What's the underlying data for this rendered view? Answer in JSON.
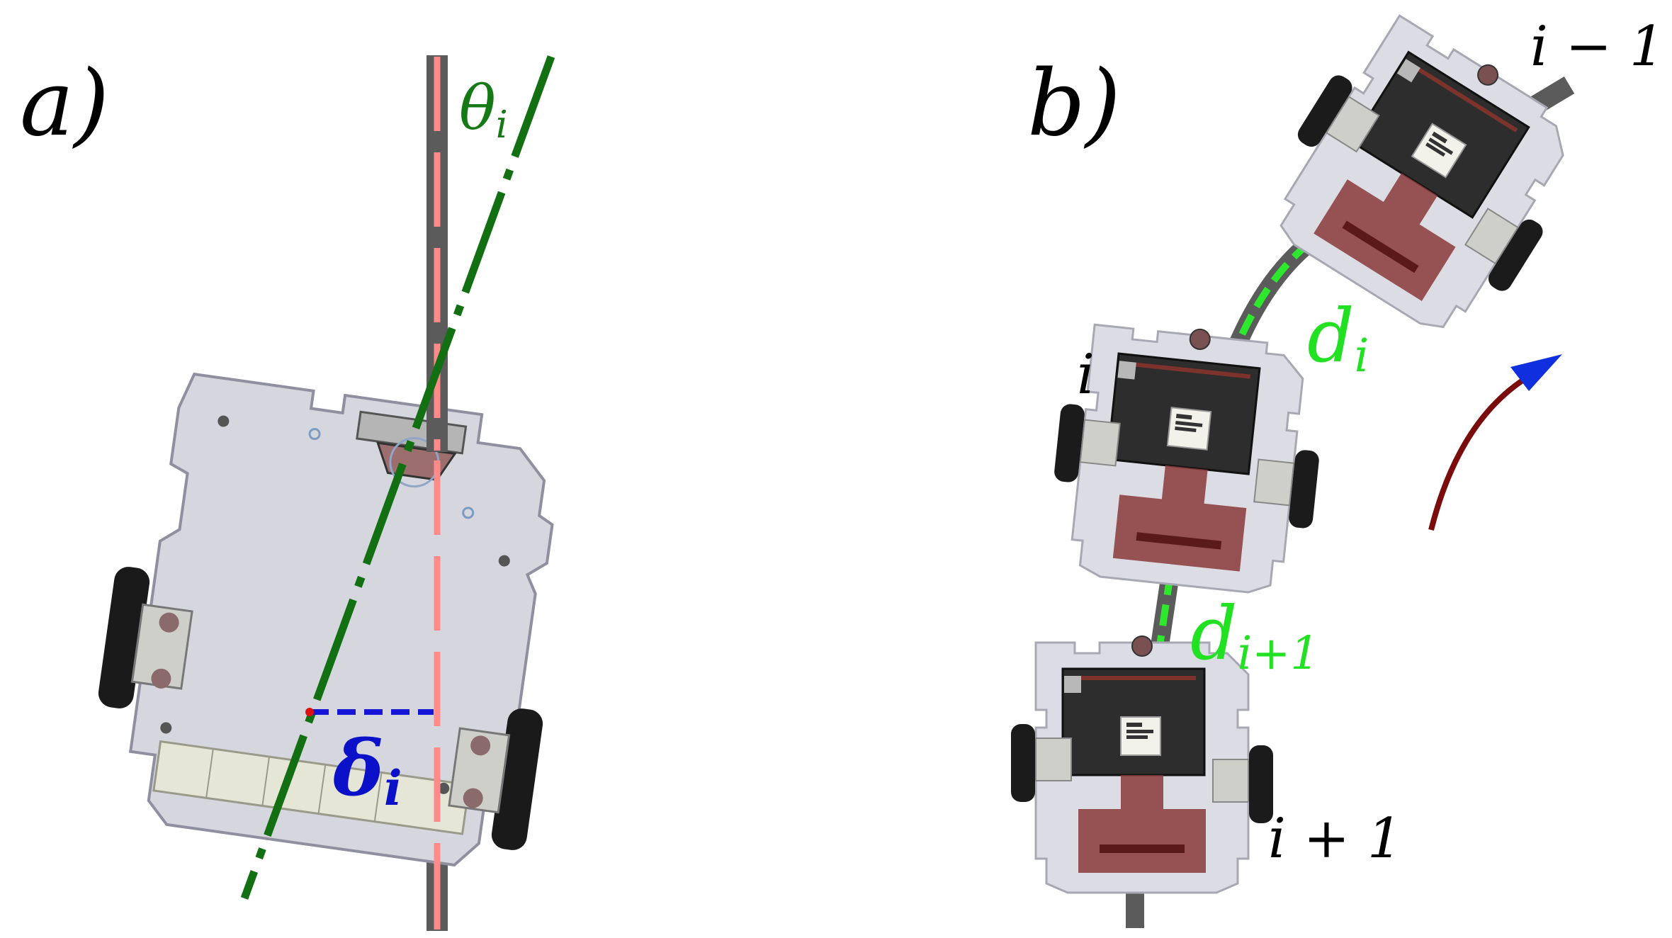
{
  "panels": {
    "a": {
      "label": "a)"
    },
    "b": {
      "label": "b)"
    }
  },
  "labels": {
    "theta": {
      "base": "θ",
      "sub": "i"
    },
    "delta": {
      "base": "δ",
      "sub": "i"
    },
    "d_i": {
      "base": "d",
      "sub": "i"
    },
    "d_i1": {
      "base": "d",
      "sub": "i+1"
    },
    "robot_prev": "i − 1",
    "robot_cur": "i",
    "robot_next": "i + 1"
  },
  "colors": {
    "track": "#5b5b5b",
    "track_center": "#ff8a8a",
    "heading_line": "#127012",
    "offset_line": "#1616d8",
    "path_dash": "#2ee82e",
    "chassis": "#d9d9e0",
    "pcb": "#2e2e2e",
    "rail": "#8b3a3a",
    "arrow_shaft": "#7a0c0c",
    "arrow_head": "#1030e0"
  },
  "icons": [
    "robot-chassis-icon",
    "wheel-icon",
    "direction-arrow-icon"
  ]
}
